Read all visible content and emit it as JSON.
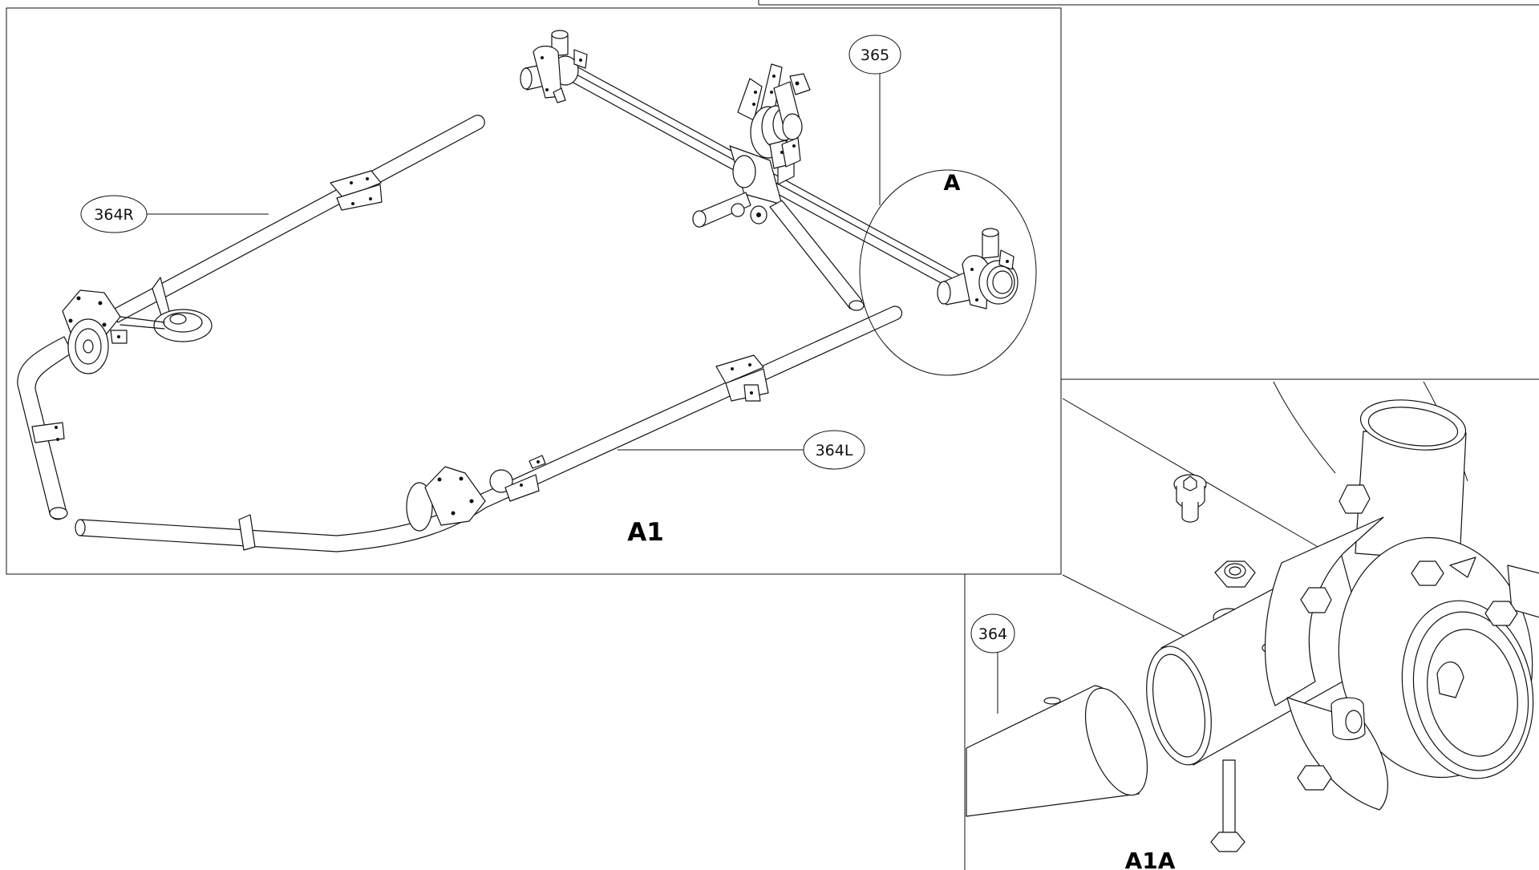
{
  "callouts": {
    "part_364R": "364R",
    "part_364L": "364L",
    "part_365": "365",
    "part_364": "364"
  },
  "labels": {
    "detail_marker": "A",
    "view_main": "A1",
    "view_detail": "A1A"
  }
}
